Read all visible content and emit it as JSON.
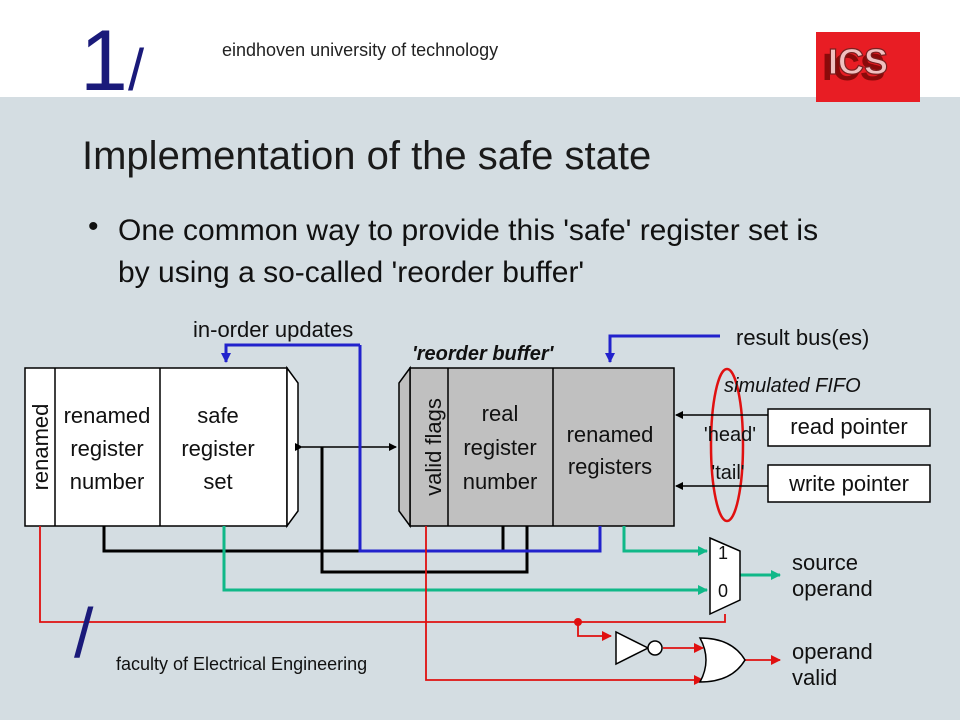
{
  "header": {
    "logo_one": "1",
    "logo_slash": "/",
    "university": "eindhoven university of technology",
    "ics_logo": "ICS"
  },
  "slide": {
    "title": "Implementation of the safe state",
    "bullet_marker": "•",
    "bullet_text": "One common way to provide this 'safe' register set is by using a so-called 'reorder buffer'"
  },
  "footer": {
    "slash": "/",
    "faculty": "faculty of Electrical Engineering"
  },
  "diagram": {
    "in_order_updates": "in-order updates",
    "result_bus": "result bus(es)",
    "reorder_buffer_label": "'reorder buffer'",
    "simulated_fifo": "simulated FIFO",
    "left_block": {
      "renamed_vertical": "renamed",
      "renamed_register_number": [
        "renamed",
        "register",
        "number"
      ],
      "safe_register_set": [
        "safe",
        "register",
        "set"
      ]
    },
    "right_block": {
      "valid_flags": "valid flags",
      "real_register_number": [
        "real",
        "register",
        "number"
      ],
      "renamed_registers": [
        "renamed",
        "registers"
      ]
    },
    "head_label": "'head'",
    "tail_label": "'tail'",
    "read_pointer": "read pointer",
    "write_pointer": "write pointer",
    "mux_input_1": "1",
    "mux_input_0": "0",
    "source_operand": [
      "source",
      "operand"
    ],
    "operand_valid": [
      "operand",
      "valid"
    ],
    "colors": {
      "red_wire": "#e01010",
      "blue_wire": "#2222cc",
      "green_wire": "#10b888",
      "black_wire": "#000000",
      "block_gray": "#c0c0c0"
    }
  }
}
